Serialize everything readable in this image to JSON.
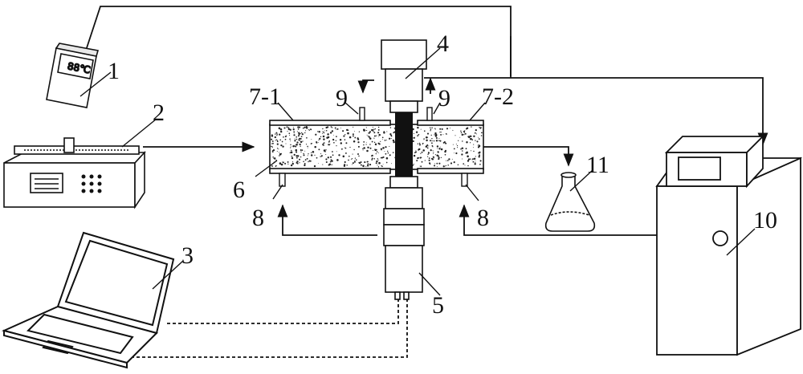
{
  "labels": {
    "thermometer": "1",
    "syringe_pump": "2",
    "laptop": "3",
    "camera_top": "4",
    "camera_bottom": "5",
    "sample_column": "6",
    "left_plate": "7-1",
    "right_plate": "7-2",
    "lower_port": "8",
    "upper_port": "9",
    "controller_unit": "10",
    "collection_flask": "11"
  },
  "thermometer_display": "88℃",
  "colors": {
    "stroke": "#111111",
    "background": "#ffffff"
  }
}
